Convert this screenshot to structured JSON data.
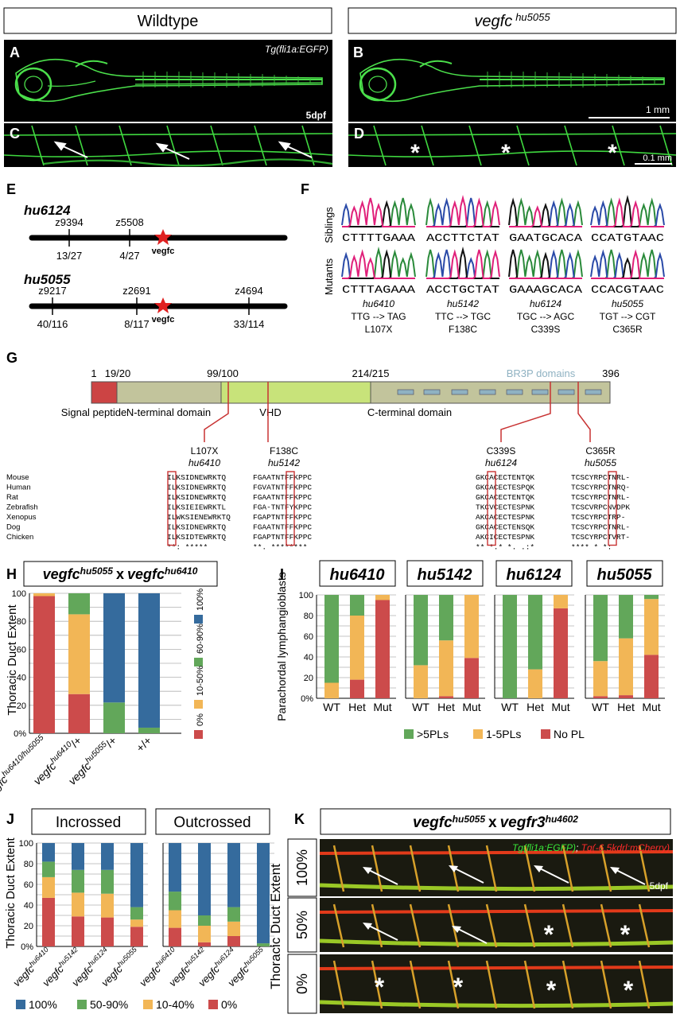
{
  "colors": {
    "green": "#62a75a",
    "orange": "#f2b656",
    "red": "#cc4b4b",
    "blue": "#356b9d",
    "light_red": "#d94848",
    "fluor": "#39e639",
    "signal": "#cc4444",
    "nterm": "#c2c49c",
    "vhd": "#c8e37a",
    "cterm": "#c2c49c",
    "domain": "#8fb2c2"
  },
  "panel_letters": {
    "A": "A",
    "B": "B",
    "C": "C",
    "D": "D",
    "E": "E",
    "F": "F",
    "G": "G",
    "H": "H",
    "I": "I",
    "J": "J",
    "K": "K"
  },
  "top": {
    "wildtype_label": "Wildtype",
    "mutant_gene": "vegfc",
    "mutant_allele": "hu5055",
    "transgene_label": "Tg(fli1a:EGFP)",
    "age_label": "5dpf",
    "scale_1mm": "1 mm",
    "scale_01mm": "0.1 mm",
    "asterisk": "*"
  },
  "panelE": {
    "allele1": "hu6124",
    "allele1_markers": [
      {
        "name": "z9394",
        "ratio": "13/27"
      },
      {
        "name": "z5508",
        "ratio": "4/27"
      }
    ],
    "allele2": "hu5055",
    "allele2_markers": [
      {
        "name": "z9217",
        "ratio": "40/116"
      },
      {
        "name": "z2691",
        "ratio": "8/117"
      },
      {
        "name": "z4694",
        "ratio": "33/114"
      }
    ],
    "gene_label": "vegfc"
  },
  "panelF": {
    "row_labels": [
      "Siblings",
      "Mutants"
    ],
    "sibling_seqs": [
      "CTTTTGAAA",
      "ACCTTCTAT",
      "GAATGCACA",
      "CCATGTAAC"
    ],
    "mutant_seqs": [
      "CTTTAGAAA",
      "ACCTGCTAT",
      "GAAAGCACA",
      "CCACGTAAC"
    ],
    "alleles": [
      "hu6410",
      "hu5142",
      "hu6124",
      "hu5055"
    ],
    "codon_changes": [
      "TTG --> TAG",
      "TTC --> TGC",
      "TGC --> AGC",
      "TGT --> CGT"
    ],
    "aa_changes": [
      "L107X",
      "F138C",
      "C339S",
      "C365R"
    ]
  },
  "panelG": {
    "positions": [
      "1",
      "19/20",
      "99/100",
      "214/215",
      "396"
    ],
    "domain_note": "BR3P domains",
    "domains": [
      "Signal peptide",
      "N-terminal domain",
      "VHD",
      "C-terminal domain"
    ],
    "mutations": [
      {
        "aa": "L107X",
        "allele": "hu6410"
      },
      {
        "aa": "F138C",
        "allele": "hu5142"
      },
      {
        "aa": "C339S",
        "allele": "hu6124"
      },
      {
        "aa": "C365R",
        "allele": "hu5055"
      }
    ],
    "species": [
      "Mouse",
      "Human",
      "Rat",
      "Zebrafish",
      "Xenopus",
      "Dog",
      "Chicken"
    ],
    "align1": [
      "ILKSIDNEWRKTQ",
      "ILKSIDNEWRKTQ",
      "ILKSIDNEWRKTQ",
      "ILKSIEIEWRKTL",
      "ILWKSIENEWRKTQ",
      "ILKSIDNEWRKTQ",
      "ILKSIDTEWRKTQ"
    ],
    "align1_cons": " **: *****",
    "align2": [
      "FGAATNTFFKPPC",
      "FGVATNTFFKPPC",
      "FGAATNTFFKPPC",
      "FGA-TNTFYKPPC",
      "FGAPTNTFFKPPC",
      "FGAATNTFFKPPC",
      "FGAPTNTFFKPPC"
    ],
    "align2_cons": "**. ********",
    "align3": [
      "GKCACECTENTQK",
      "GKCACECTESPQK",
      "GKCACECTENTQK",
      "TKCVCECTESPNK",
      "AKCACECTESPNK",
      "GKCACECTENSQK",
      "AKCICECTESPNK"
    ],
    "align3_cons": "** *.* *. .:*",
    "align4": [
      "TCSCYRPCTNRL-",
      "TCSCYRPCTNRQ-",
      "TCSCYRPCTNRL-",
      "TCSCVRPCNVDPK",
      "TCSCYRPCTRP-",
      "TCSCYRPCTNRL-",
      "TCSCYRPCTVRT-"
    ],
    "align4_cons": "**** * *:"
  },
  "panelH": {
    "title_g1": "vegfc",
    "title_a1": "hu5055",
    "title_x": "x",
    "title_g2": "vegfc",
    "title_a2": "hu6410",
    "ylabel": "Thoracic Duct Extent",
    "legend": [
      "100%",
      "60-90%",
      "10-50%",
      "0%"
    ]
  },
  "panelI": {
    "alleles": [
      "hu6410",
      "hu5142",
      "hu6124",
      "hu5055"
    ],
    "ylabel": "Parachordal lymphangioblasts",
    "legend": [
      ">5PLs",
      "1-5PLs",
      "No PL"
    ],
    "xticks": [
      "WT",
      "Het",
      "Mut"
    ]
  },
  "panelJ": {
    "titles": [
      "Incrossed",
      "Outcrossed"
    ],
    "ylabel": "Thoracic Duct Extent",
    "legend": [
      "100%",
      "50-90%",
      "10-40%",
      "0%"
    ]
  },
  "panelK": {
    "title_g1": "vegfc",
    "title_a1": "hu5055",
    "title_x": "x",
    "title_g2": "vegfr3",
    "title_a2": "hu4602",
    "transgene_green": "Tg(fli1a:EGFP)",
    "transgene_sep": "; ",
    "transgene_red": "Tg(-6.5kdrl:mCherry)",
    "age": "5dpf",
    "ylabel": "Thoracic Duct Extent",
    "rows": [
      "100%",
      "50%",
      "0%"
    ]
  },
  "chart_data": [
    {
      "type": "bar",
      "panel": "H",
      "stacked": true,
      "categories": [
        "vegfc hu6410/hu5055",
        "vegfc hu6410/+",
        "vegfc hu5055/+",
        "+/+"
      ],
      "category_gene": "vegfc",
      "category_sups": [
        "hu6410/hu5055",
        "hu6410",
        "hu5055",
        ""
      ],
      "category_suffix": [
        "",
        "/+",
        "/+",
        "+/+"
      ],
      "ylim": [
        0,
        100
      ],
      "yticks": [
        "0%",
        "20",
        "40",
        "60",
        "80",
        "100"
      ],
      "series": [
        {
          "name": "0%",
          "color": "#cc4b4b",
          "values": [
            98,
            28,
            0,
            0
          ]
        },
        {
          "name": "10-50%",
          "color": "#f2b656",
          "values": [
            2,
            57,
            0,
            0
          ]
        },
        {
          "name": "60-90%",
          "color": "#62a75a",
          "values": [
            0,
            15,
            22,
            4
          ]
        },
        {
          "name": "100%",
          "color": "#356b9d",
          "values": [
            0,
            0,
            78,
            96
          ]
        }
      ]
    },
    {
      "type": "bar",
      "panel": "I",
      "stacked": true,
      "groups": [
        "hu6410",
        "hu5142",
        "hu6124",
        "hu5055"
      ],
      "categories": [
        "WT",
        "Het",
        "Mut"
      ],
      "ylim": [
        0,
        100
      ],
      "yticks": [
        "0%",
        "20",
        "40",
        "60",
        "80",
        "100"
      ],
      "series": [
        {
          "name": "No PL",
          "color": "#cc4b4b",
          "values": [
            [
              0,
              18,
              95
            ],
            [
              0,
              2,
              39
            ],
            [
              0,
              0,
              87
            ],
            [
              2,
              3,
              42
            ]
          ]
        },
        {
          "name": "1-5PLs",
          "color": "#f2b656",
          "values": [
            [
              15,
              62,
              5
            ],
            [
              32,
              54,
              61
            ],
            [
              0,
              28,
              13
            ],
            [
              34,
              55,
              54
            ]
          ]
        },
        {
          "name": ">5PLs",
          "color": "#62a75a",
          "values": [
            [
              85,
              20,
              0
            ],
            [
              68,
              44,
              0
            ],
            [
              100,
              72,
              0
            ],
            [
              64,
              42,
              4
            ]
          ]
        }
      ]
    },
    {
      "type": "bar",
      "panel": "J",
      "stacked": true,
      "groups": [
        "Incrossed",
        "Outcrossed"
      ],
      "categories": [
        "hu6410",
        "hu5142",
        "hu6124",
        "hu5055"
      ],
      "category_gene": "vegfc",
      "ylim": [
        0,
        100
      ],
      "yticks": [
        "0%",
        "20",
        "40",
        "60",
        "80",
        "100"
      ],
      "series": [
        {
          "name": "0%",
          "color": "#cc4b4b",
          "values": [
            [
              47,
              29,
              28,
              19
            ],
            [
              18,
              4,
              10,
              0
            ]
          ]
        },
        {
          "name": "10-40%",
          "color": "#f2b656",
          "values": [
            [
              20,
              23,
              23,
              7
            ],
            [
              17,
              16,
              14,
              0
            ]
          ]
        },
        {
          "name": "50-90%",
          "color": "#62a75a",
          "values": [
            [
              15,
              22,
              23,
              12
            ],
            [
              18,
              10,
              14,
              3
            ]
          ]
        },
        {
          "name": "100%",
          "color": "#356b9d",
          "values": [
            [
              18,
              26,
              26,
              62
            ],
            [
              47,
              70,
              62,
              97
            ]
          ]
        }
      ]
    }
  ]
}
